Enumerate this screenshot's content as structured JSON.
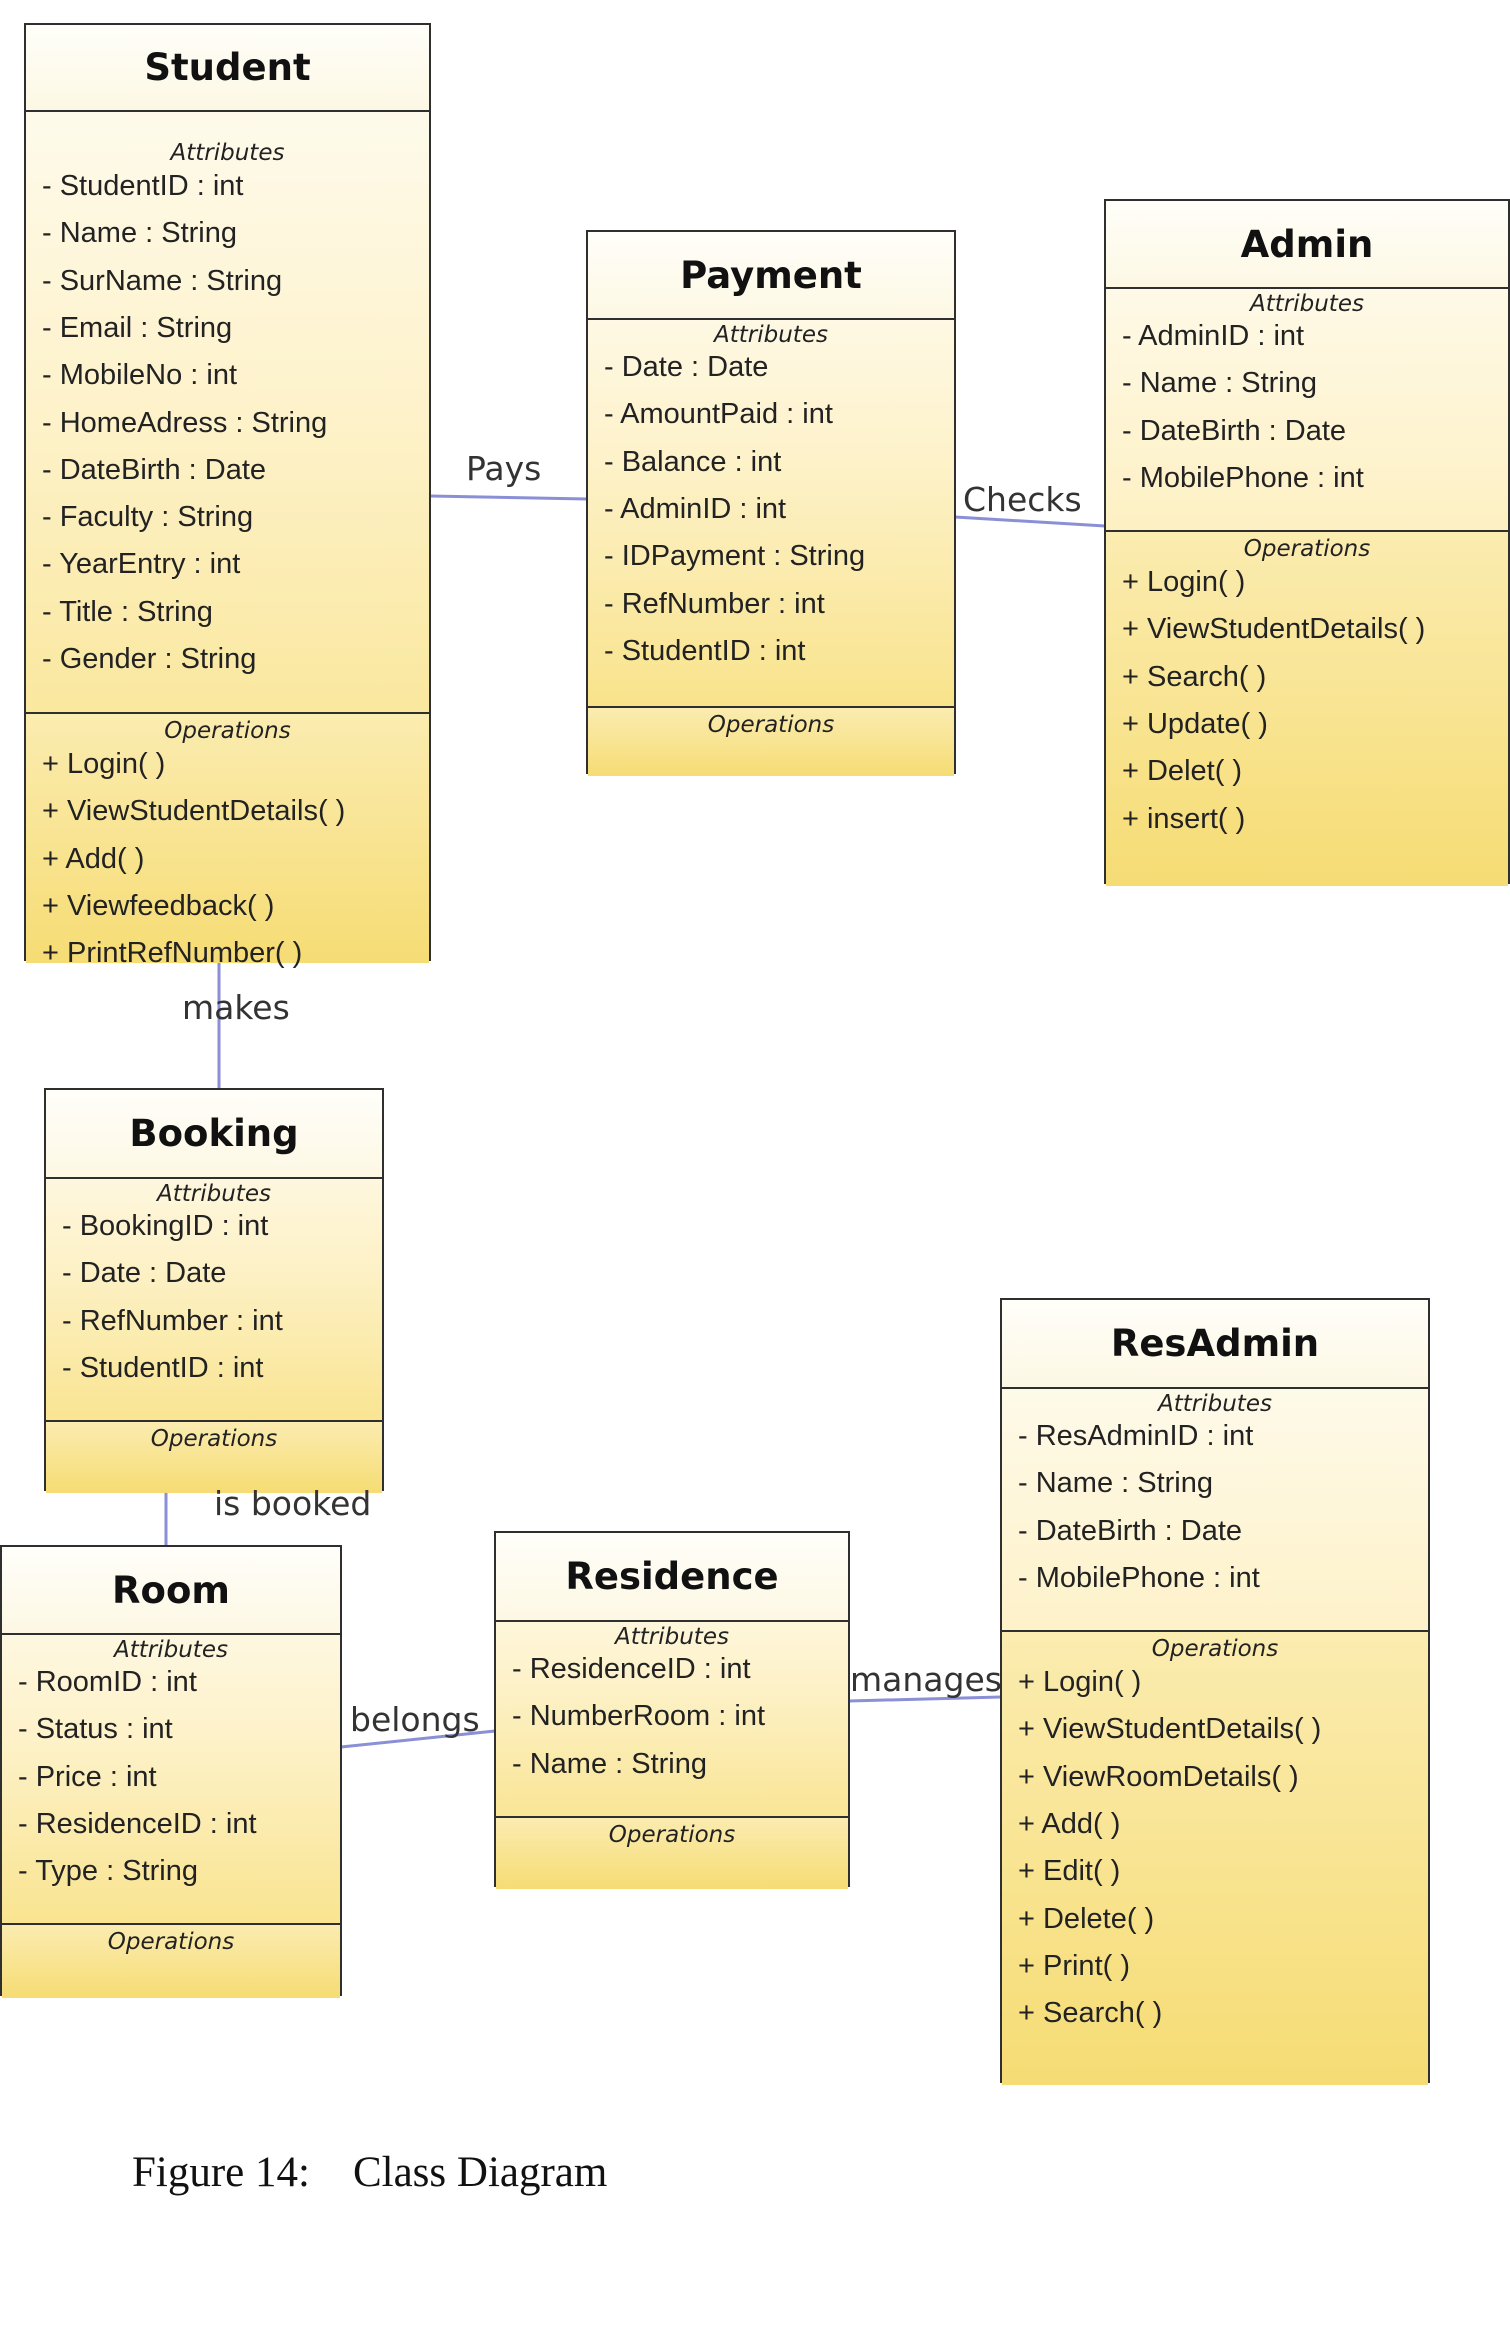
{
  "colors": {
    "connector": "#8a8fd6",
    "border": "#2f2f2f",
    "fill_top": "#fffdf5",
    "fill_bottom": "#f7df7a"
  },
  "classes": [
    {
      "id": "student",
      "name": "Student",
      "attributes_title": "Attributes",
      "attributes": [
        "- StudentID : int",
        "- Name : String",
        "- SurName : String",
        "- Email : String",
        "- MobileNo : int",
        "- HomeAdress : String",
        "- DateBirth : Date",
        "- Faculty : String",
        "- YearEntry : int",
        "- Title : String",
        "- Gender : String"
      ],
      "operations_title": "Operations",
      "operations": [
        "+ Login(  )",
        "+ ViewStudentDetails(  )",
        "+ Add(  )",
        "+ Viewfeedback(  )",
        "+ PrintRefNumber(  )"
      ]
    },
    {
      "id": "payment",
      "name": "Payment",
      "attributes_title": "Attributes",
      "attributes": [
        "- Date : Date",
        "- AmountPaid : int",
        "- Balance : int",
        "- AdminID : int",
        "- IDPayment : String",
        "- RefNumber : int",
        "- StudentID : int"
      ],
      "operations_title": "Operations",
      "operations": []
    },
    {
      "id": "admin",
      "name": "Admin",
      "attributes_title": "Attributes",
      "attributes": [
        "- AdminID : int",
        "- Name : String",
        "- DateBirth : Date",
        "- MobilePhone : int"
      ],
      "operations_title": "Operations",
      "operations": [
        "+ Login(  )",
        "+ ViewStudentDetails(  )",
        "+ Search(  )",
        "+ Update(  )",
        "+ Delet(  )",
        "+ insert(  )"
      ]
    },
    {
      "id": "booking",
      "name": "Booking",
      "attributes_title": "Attributes",
      "attributes": [
        "- BookingID : int",
        "- Date : Date",
        "- RefNumber : int",
        "- StudentID : int"
      ],
      "operations_title": "Operations",
      "operations": []
    },
    {
      "id": "resadmin",
      "name": "ResAdmin",
      "attributes_title": "Attributes",
      "attributes": [
        "- ResAdminID : int",
        "- Name : String",
        "- DateBirth : Date",
        "- MobilePhone : int"
      ],
      "operations_title": "Operations",
      "operations": [
        "+ Login(  )",
        "+ ViewStudentDetails(  )",
        "+ ViewRoomDetails(  )",
        "+ Add(  )",
        "+ Edit(  )",
        "+ Delete(  )",
        "+ Print(  )",
        "+ Search(  )"
      ]
    },
    {
      "id": "room",
      "name": "Room",
      "attributes_title": "Attributes",
      "attributes": [
        "- RoomID : int",
        "- Status : int",
        "- Price : int",
        "- ResidenceID : int",
        "- Type : String"
      ],
      "operations_title": "Operations",
      "operations": []
    },
    {
      "id": "residence",
      "name": "Residence",
      "attributes_title": "Attributes",
      "attributes": [
        "- ResidenceID : int",
        "- NumberRoom : int",
        "- Name : String"
      ],
      "operations_title": "Operations",
      "operations": []
    }
  ],
  "associations": [
    {
      "id": "pays",
      "label": "Pays"
    },
    {
      "id": "checks",
      "label": "Checks"
    },
    {
      "id": "makes",
      "label": "makes"
    },
    {
      "id": "is-booked",
      "label": "is booked"
    },
    {
      "id": "belongs",
      "label": "belongs"
    },
    {
      "id": "manages",
      "label": "manages"
    }
  ],
  "caption": "Figure 14:    Class Diagram"
}
